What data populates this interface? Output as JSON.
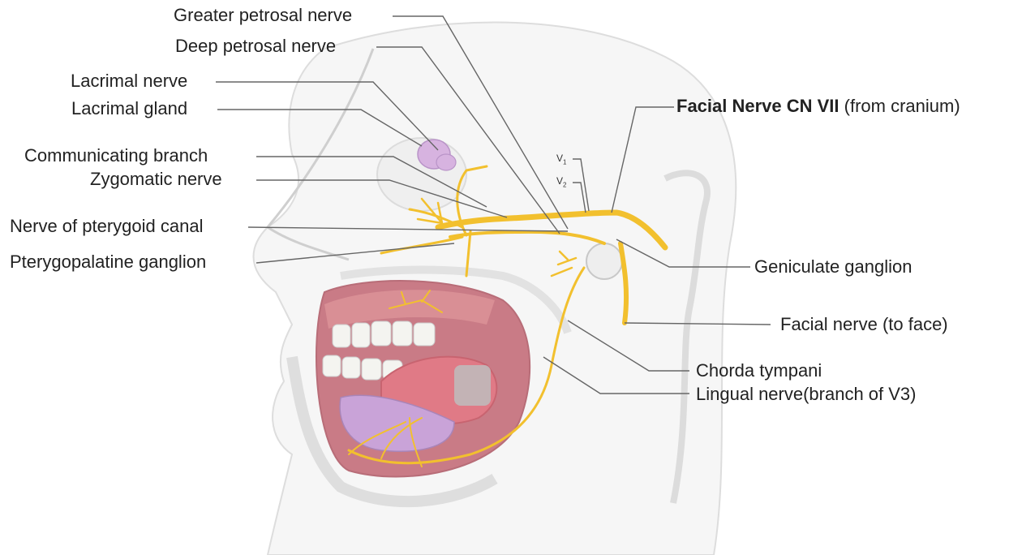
{
  "labels": {
    "greater_petrosal": "Greater petrosal nerve",
    "deep_petrosal": "Deep petrosal nerve",
    "lacrimal_nerve": "Lacrimal nerve",
    "lacrimal_gland": "Lacrimal gland",
    "communicating_branch": "Communicating branch",
    "zygomatic_nerve": "Zygomatic nerve",
    "nerve_pterygoid_canal": "Nerve of pterygoid canal",
    "pterygopalatine_ganglion": "Pterygopalatine ganglion",
    "facial_nerve_title_bold": "Facial Nerve CN VII",
    "facial_nerve_title_rest": " (from cranium)",
    "geniculate_ganglion": "Geniculate ganglion",
    "facial_nerve_face": "Facial nerve (to face)",
    "chorda_tympani": "Chorda tympani",
    "lingual_nerve": "Lingual nerve(branch of V3)",
    "v1": "V",
    "v1_sub": "1",
    "v2": "V",
    "v2_sub": "2"
  },
  "colors": {
    "nerve": "#f2c02e",
    "leader": "#666666",
    "skin_outline": "#cfcfcf",
    "tongue": "#e07a86",
    "gland": "#c9a3d8",
    "gum": "#d98f95",
    "teeth": "#f4f4f0"
  }
}
